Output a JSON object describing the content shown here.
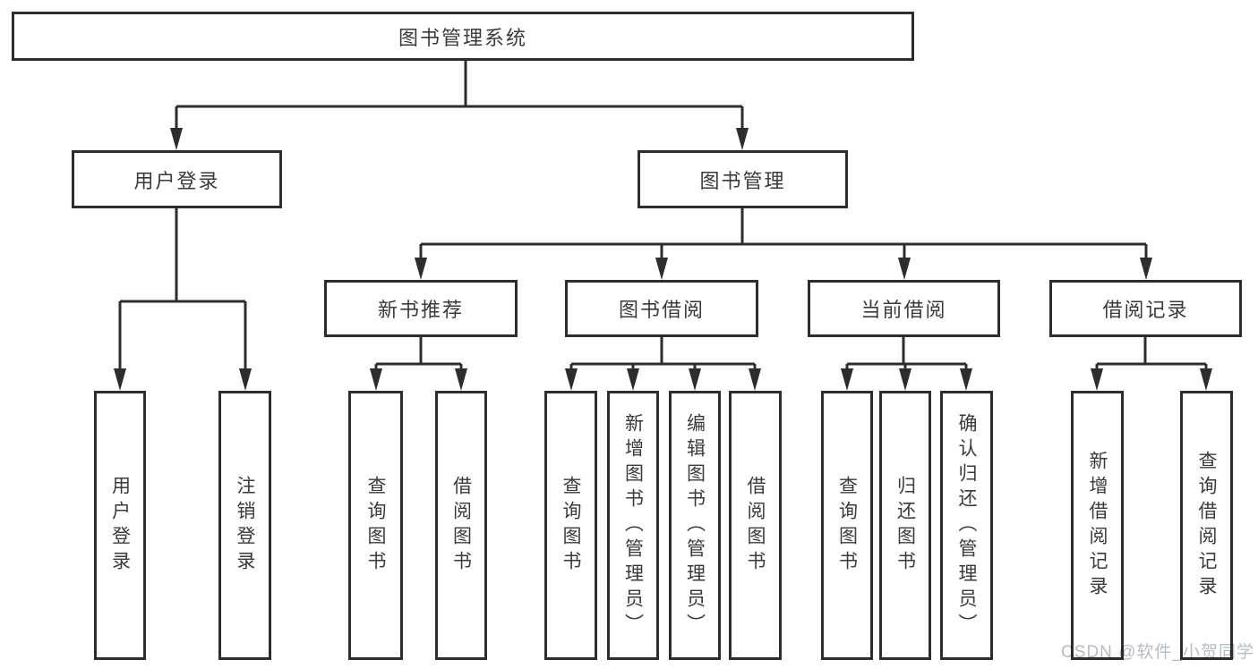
{
  "diagram_title": "图书管理系统",
  "colors": {
    "line": "#2d2d2d",
    "box_border": "#2d2d2d",
    "box_background": "#ffffff",
    "text": "#3a3a3a",
    "watermark": "#b7bbc2",
    "page_background": "#ffffff"
  },
  "tree": {
    "root": {
      "label": "图书管理系统"
    },
    "branches": [
      {
        "label": "用户登录",
        "children": [
          {
            "label": "用户登录"
          },
          {
            "label": "注销登录"
          }
        ]
      },
      {
        "label": "图书管理",
        "children": [
          {
            "label": "新书推荐",
            "children": [
              {
                "label": "查询图书"
              },
              {
                "label": "借阅图书"
              }
            ]
          },
          {
            "label": "图书借阅",
            "children": [
              {
                "label": "查询图书"
              },
              {
                "label": "新增图书（管理员）"
              },
              {
                "label": "编辑图书（管理员）"
              },
              {
                "label": "借阅图书"
              }
            ]
          },
          {
            "label": "当前借阅",
            "children": [
              {
                "label": "查询图书"
              },
              {
                "label": "归还图书"
              },
              {
                "label": "确认归还（管理员）"
              }
            ]
          },
          {
            "label": "借阅记录",
            "children": [
              {
                "label": "新增借阅记录"
              },
              {
                "label": "查询借阅记录"
              }
            ]
          }
        ]
      }
    ]
  },
  "watermark": "CSDN @软件_小贺同学"
}
